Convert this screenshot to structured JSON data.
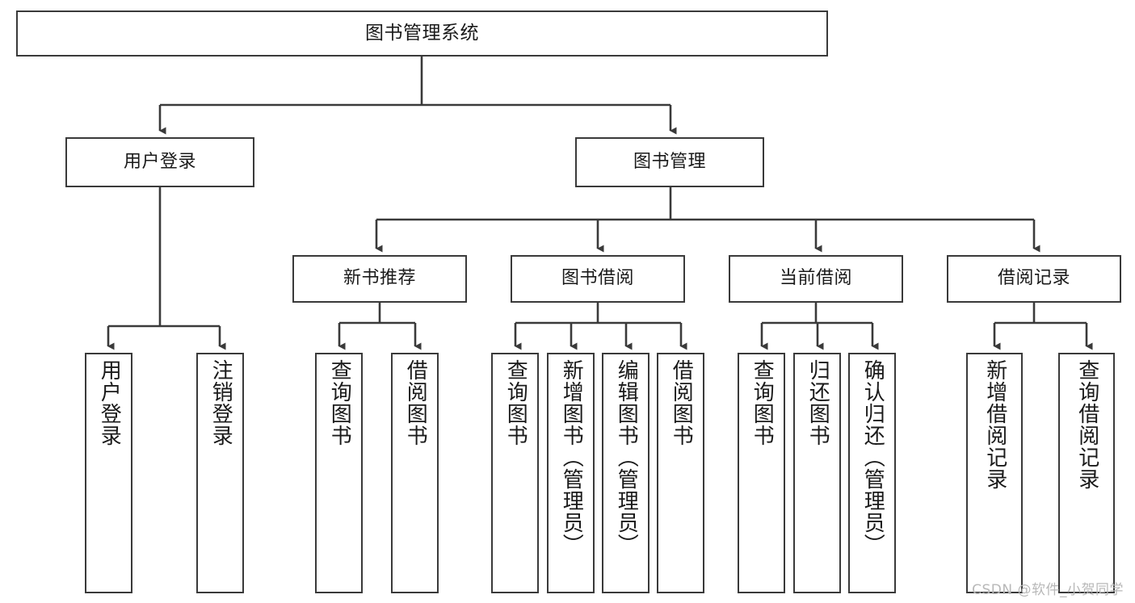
{
  "diagram": {
    "title": "图书管理系统",
    "type": "tree-hierarchy",
    "watermark": "CSDN @软件_小贺同学",
    "colors": {
      "box_border": "#3a3a3a",
      "box_fill": "#ffffff",
      "connector": "#3a3a3a",
      "text": "#1a1a1a",
      "watermark": "#b8b8b8",
      "background": "#ffffff"
    },
    "nodes": {
      "root": {
        "label": "图书管理系统"
      },
      "level2": [
        {
          "label": "用户登录"
        },
        {
          "label": "图书管理"
        }
      ],
      "level3": [
        {
          "label": "新书推荐"
        },
        {
          "label": "图书借阅"
        },
        {
          "label": "当前借阅"
        },
        {
          "label": "借阅记录"
        }
      ],
      "leaves_user_login": [
        {
          "label": "用户登录"
        },
        {
          "label": "注销登录"
        }
      ],
      "leaves_new_book": [
        {
          "label": "查询图书"
        },
        {
          "label": "借阅图书"
        }
      ],
      "leaves_borrow": [
        {
          "label": "查询图书"
        },
        {
          "label": "新增图书（管理员）"
        },
        {
          "label": "编辑图书（管理员）"
        },
        {
          "label": "借阅图书"
        }
      ],
      "leaves_current": [
        {
          "label": "查询图书"
        },
        {
          "label": "归还图书"
        },
        {
          "label": "确认归还（管理员）"
        }
      ],
      "leaves_record": [
        {
          "label": "新增借阅记录"
        },
        {
          "label": "查询借阅记录"
        }
      ]
    }
  }
}
